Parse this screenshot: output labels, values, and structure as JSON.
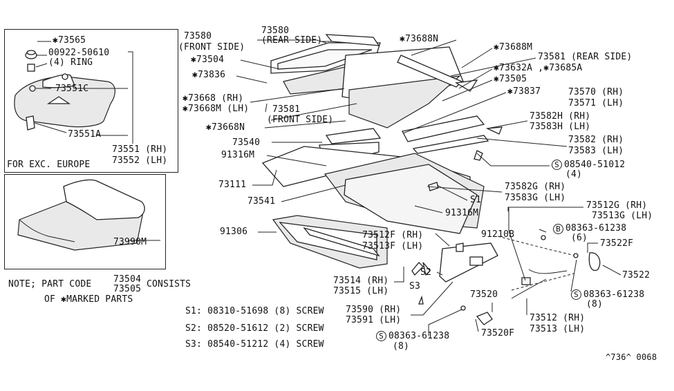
{
  "inset_top": {
    "labels": {
      "p73565": "✱73565",
      "ring_part": "00922-50610",
      "ring_qty": "(4) RING",
      "p73551c": "73551C",
      "p73551a": "73551A",
      "p73551_rh": "73551 (RH)",
      "p73552_lh": "73552 (LH)",
      "note_exc_europe": "FOR EXC. EUROPE"
    }
  },
  "inset_bottom": {
    "labels": {
      "p73990m": "73990M"
    }
  },
  "note": {
    "line1_prefix": "NOTE; PART CODE",
    "code_a": "73504",
    "code_b": "73505",
    "line1_suffix": "CONSISTS",
    "line2": "OF ✱MARKED PARTS"
  },
  "screws": [
    {
      "key": "S1",
      "text": "S1: 08310-51698 (8) SCREW"
    },
    {
      "key": "S2",
      "text": "S2: 08520-51612 (2) SCREW"
    },
    {
      "key": "S3",
      "text": "S3: 08540-51212 (4) SCREW"
    }
  ],
  "callouts": {
    "c73580_front": "73580",
    "c73580_front_side": "(FRONT SIDE)",
    "c73580_rear": "73580",
    "c73580_rear_side": "(REAR SIDE)",
    "c73688n": "✱73688N",
    "c73688m": "✱73688M",
    "c73581_rear": "73581 (REAR SIDE)",
    "c73504": "✱73504",
    "c73632a": "✱73632A ,✱73685A",
    "c73836": "✱73836",
    "c73505": "✱73505",
    "c73837": "✱73837",
    "c73668_rh": "✱73668 (RH)",
    "c73668m_lh": "✱73668M (LH)",
    "c73581_front": "73581",
    "c73581_front_side": "(FRONT SIDE)",
    "c73570_rh": "73570 (RH)",
    "c73571_lh": "73571 (LH)",
    "c73668n": "✱73668N",
    "c73582h_rh": "73582H (RH)",
    "c73583h_lh": "73583H (LH)",
    "c73540": "73540",
    "c73582_rh": "73582 (RH)",
    "c73583_lh": "73583 (LH)",
    "c91316m_a": "91316M",
    "c08540": "08540-51012",
    "c08540_qty": "(4)",
    "c73111": "73111",
    "c73582g_rh": "73582G (RH)",
    "c73583g_lh": "73583G (LH)",
    "c73541": "73541",
    "c_s1": "S1",
    "c91316m_b": "91316M",
    "c73512g_rh": "73512G (RH)",
    "c73513g_lh": "73513G (LH)",
    "c91306": "91306",
    "c91210b": "91210B",
    "c08363_a": "08363-61238",
    "c08363_a_qty": "(6)",
    "c73512f_rh": "73512F (RH)",
    "c73513f_lh": "73513F (LH)",
    "c73522f": "73522F",
    "c_s2": "S2",
    "c73514_rh": "73514 (RH)",
    "c73515_lh": "73515 (LH)",
    "c73522": "73522",
    "c_s3": "S3",
    "c08363_b": "08363-61238",
    "c08363_b_qty": "(8)",
    "c73520": "73520",
    "c73590_rh": "73590 (RH)",
    "c73591_lh": "73591 (LH)",
    "c73512_rh": "73512 (RH)",
    "c73513_lh": "73513 (LH)",
    "c08363_c": "08363-61238",
    "c08363_c_qty": "(8)",
    "c73520f": "73520F",
    "footer_code": "^736^ 0068"
  }
}
